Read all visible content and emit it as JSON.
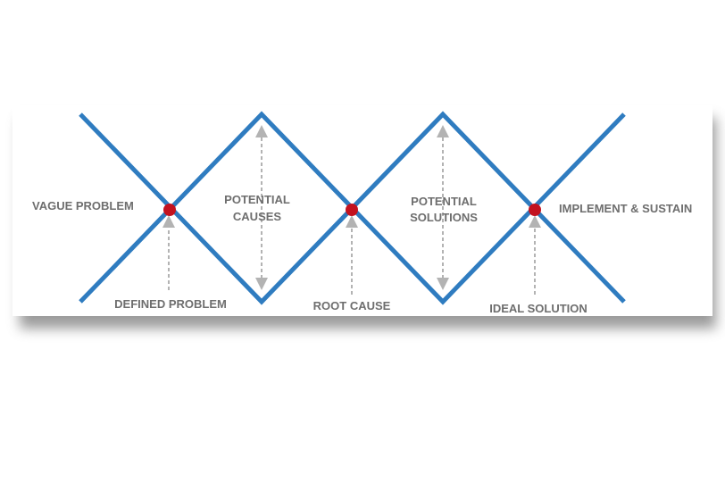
{
  "diagram": {
    "colors": {
      "line": "#2f7cc0",
      "node": "#c3121f",
      "arrow": "#b3b3b3",
      "text": "#6e6e6e",
      "panel": "#ffffff",
      "shadow": "#7a7a7a"
    },
    "labels": {
      "vague_problem": "VAGUE PROBLEM",
      "potential_causes_1": "POTENTIAL",
      "potential_causes_2": "CAUSES",
      "potential_solutions_1": "POTENTIAL",
      "potential_solutions_2": "SOLUTIONS",
      "implement_sustain": "IMPLEMENT & SUSTAIN",
      "defined_problem": "DEFINED PROBLEM",
      "root_cause": "ROOT CAUSE",
      "ideal_solution": "IDEAL SOLUTION"
    }
  }
}
